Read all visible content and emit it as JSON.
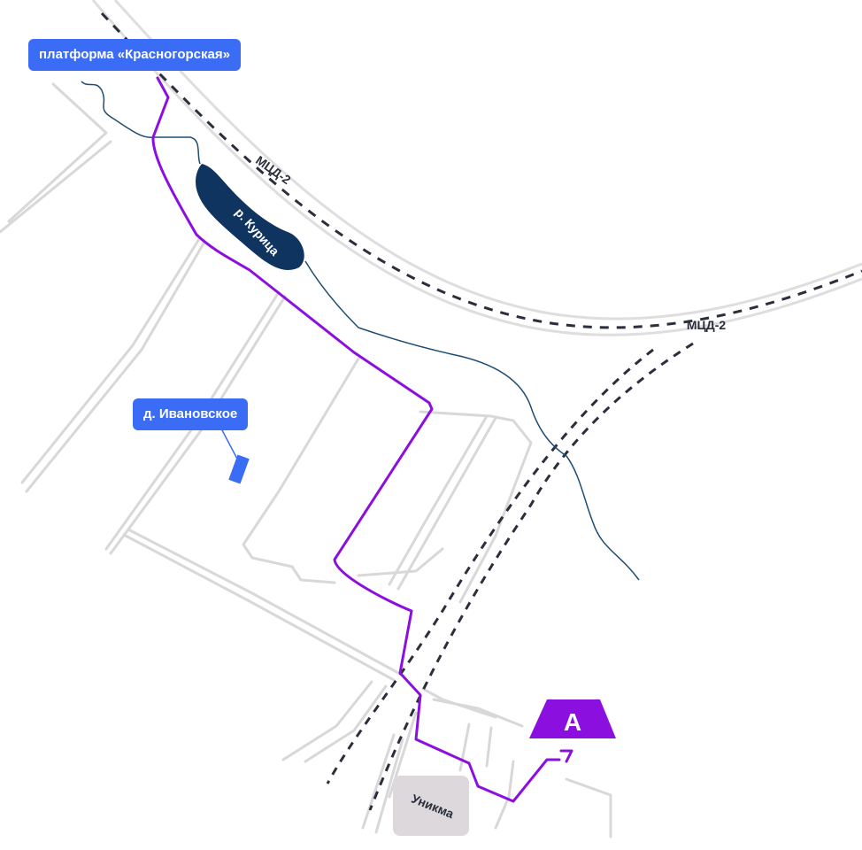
{
  "map": {
    "labels": {
      "platform": "платформа «Красногорская»",
      "village": "д. Ивановское",
      "river": "р. Курица",
      "rail_1": "МЦД-2",
      "rail_2": "МЦД-2",
      "building": "Уникма",
      "destination_logo": "А"
    },
    "colors": {
      "route": "#8b10e0",
      "river": "#1e4d73",
      "river_pond": "#0f3460",
      "rail_dash": "#2b2f3c",
      "rail_bed": "#dedede",
      "roads": "#d8d8d8",
      "label_bg": "#3b6cf6",
      "village_marker": "#3b6cf6",
      "building": "#dcd8dc",
      "logo": "#8b10e0"
    }
  }
}
